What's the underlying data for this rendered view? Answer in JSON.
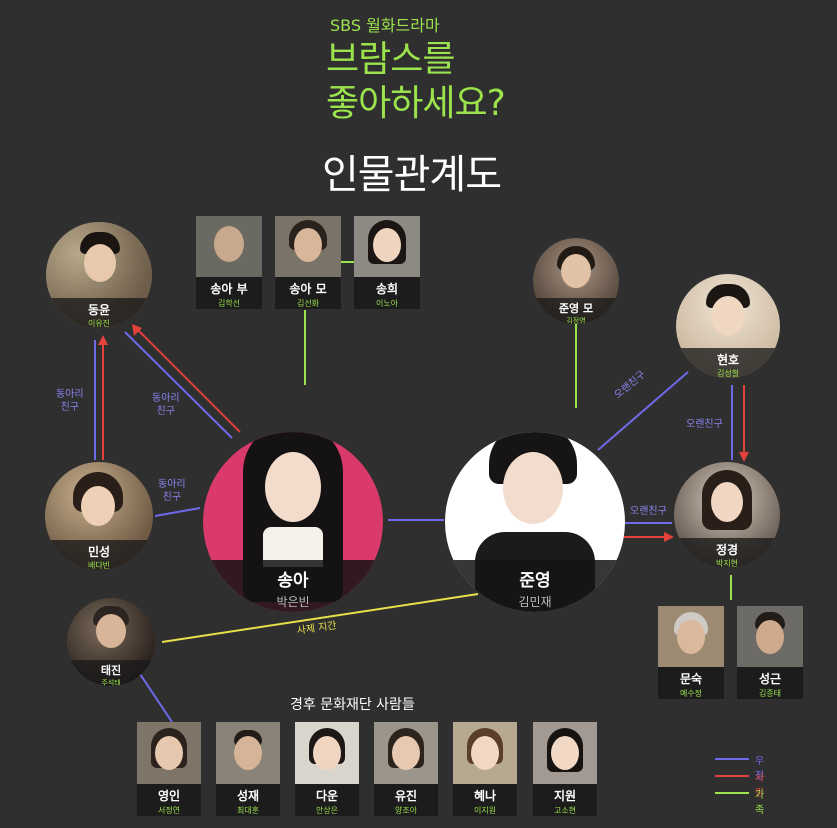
{
  "header": {
    "network": "SBS 월화드라마",
    "title_line1": "브람스를",
    "title_line2": "좋아하세요?",
    "subtitle": "인물관계도"
  },
  "characters": {
    "dongyun": {
      "name": "동윤",
      "actor": "이유진"
    },
    "minseong": {
      "name": "민성",
      "actor": "배다빈"
    },
    "songa": {
      "name": "송아",
      "actor": "박은빈"
    },
    "junyoung": {
      "name": "준영",
      "actor": "김민재"
    },
    "taejin": {
      "name": "태진",
      "actor": "주석태"
    },
    "hyunho": {
      "name": "현호",
      "actor": "김성철"
    },
    "jeonggyeong": {
      "name": "정경",
      "actor": "박지현"
    },
    "junyoung_mom": {
      "name": "준영 모",
      "actor": "김정영"
    },
    "songa_dad": {
      "name": "송아 부",
      "actor": "김학선"
    },
    "songa_mom": {
      "name": "송아 모",
      "actor": "김선화"
    },
    "songhee": {
      "name": "송희",
      "actor": "이노아"
    },
    "munsuk": {
      "name": "문숙",
      "actor": "예수정"
    },
    "seonggeun": {
      "name": "성근",
      "actor": "김종태"
    }
  },
  "foundation": {
    "title": "경후 문화재단 사람들",
    "members": [
      {
        "name": "영인",
        "actor": "서정연"
      },
      {
        "name": "성재",
        "actor": "최대훈"
      },
      {
        "name": "다운",
        "actor": "안상은"
      },
      {
        "name": "유진",
        "actor": "양조아"
      },
      {
        "name": "혜나",
        "actor": "이지원"
      },
      {
        "name": "지원",
        "actor": "고소현"
      }
    ]
  },
  "relations": {
    "club_friend_1": "동아리\n친구",
    "club_friend_2": "동아리\n친구",
    "club_friend_3": "동아리\n친구",
    "old_friend_1": "오랜친구",
    "old_friend_2": "오랜친구",
    "old_friend_3": "오랜친구",
    "master_student": "사제 지간"
  },
  "legend": {
    "friendship": "우정",
    "love": "사랑",
    "family": "가족"
  },
  "colors": {
    "friendship": "#6f6aea",
    "love": "#e2423a",
    "family": "#9be34d",
    "mentor": "#e8e04a",
    "songa_bg": "#d93a6b",
    "junyoung_bg": "#ffffff"
  }
}
